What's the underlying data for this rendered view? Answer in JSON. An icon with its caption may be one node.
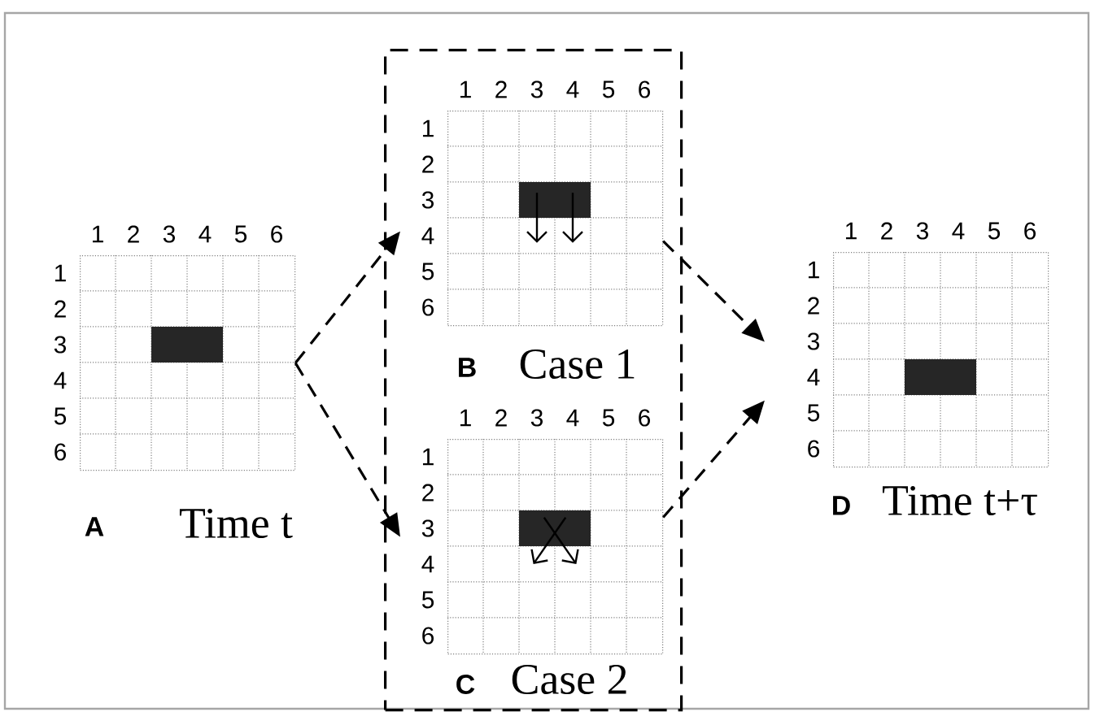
{
  "diagram": {
    "nodes": [
      {
        "text": [
          "A",
          "Time t"
        ],
        "beside": [
          "1",
          "2",
          "3",
          "4",
          "5",
          "6",
          "1",
          "2",
          "3",
          "4",
          "5",
          "6"
        ]
      },
      {
        "text": [],
        "shape": "box"
      },
      {
        "text": [
          "B",
          "Case 1"
        ],
        "beside": [
          "1",
          "2",
          "3",
          "4",
          "5",
          "6",
          "1",
          "2",
          "3",
          "4",
          "5",
          "6"
        ],
        "in": 1
      },
      {
        "text": [
          "C",
          "Case 2"
        ],
        "beside": [
          "1",
          "2",
          "3",
          "4",
          "5",
          "6",
          "1",
          "2",
          "3",
          "4",
          "5",
          "6"
        ],
        "in": 1
      },
      {
        "text": [
          "D",
          "Time t+τ"
        ],
        "beside": [
          "1",
          "2",
          "3",
          "4",
          "5",
          "6",
          "1",
          "2",
          "3",
          "4",
          "5",
          "6"
        ]
      }
    ],
    "edges": [
      {
        "from": 0,
        "to": 2,
        "arrow": "to"
      },
      {
        "from": 0,
        "to": 3,
        "arrow": "to"
      },
      {
        "from": 2,
        "to": 4,
        "arrow": "to"
      },
      {
        "from": 3,
        "to": 4,
        "arrow": "to"
      }
    ]
  }
}
